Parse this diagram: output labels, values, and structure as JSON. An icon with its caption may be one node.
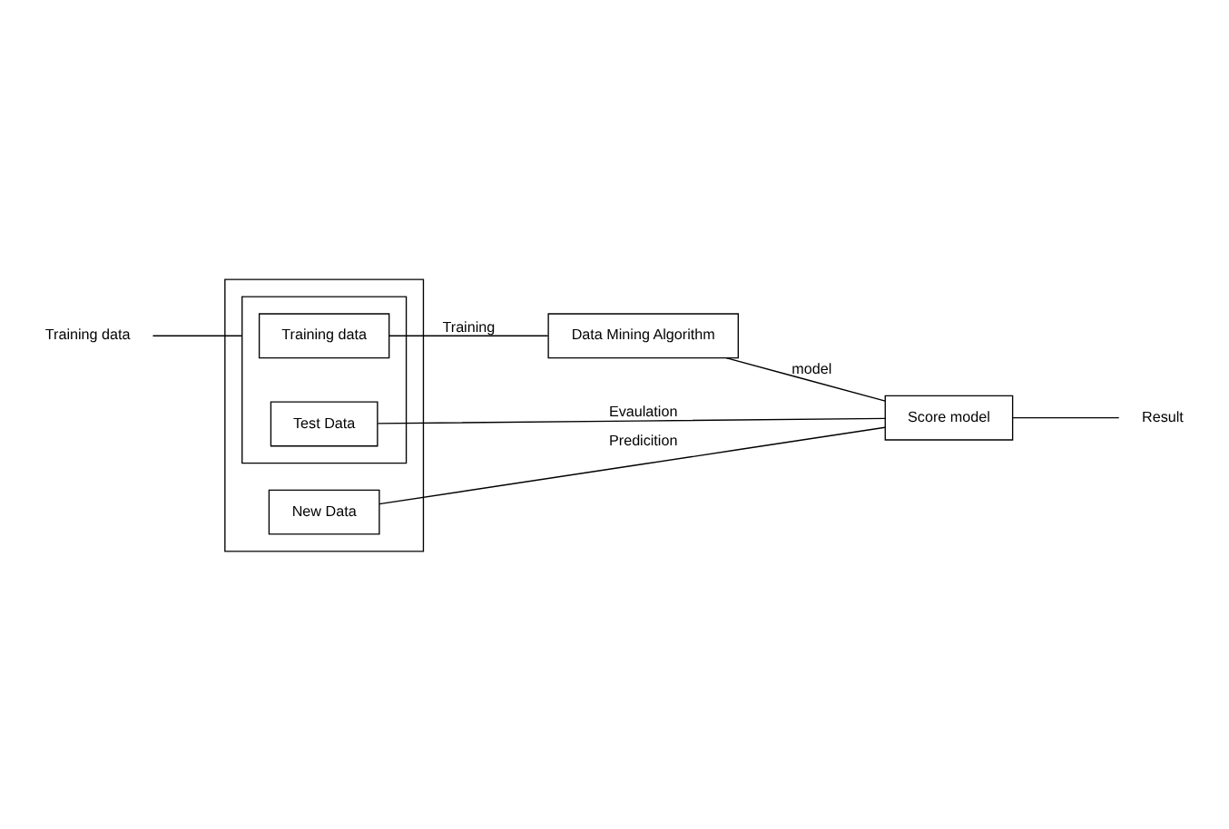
{
  "diagram": {
    "nodes": [
      {
        "text": [
          "Training data"
        ]
      },
      {
        "text": [],
        "shape": "box"
      },
      {
        "text": [],
        "shape": "box",
        "in": 1
      },
      {
        "text": [
          "Training data"
        ],
        "in": 2
      },
      {
        "text": [
          "Test Data"
        ],
        "in": 2
      },
      {
        "text": [
          "New Data"
        ],
        "in": 1
      },
      {
        "text": [
          "Data Mining Algorithm"
        ]
      },
      {
        "text": [
          "Score model"
        ]
      },
      {
        "text": [
          "Result"
        ]
      }
    ],
    "edges": [
      {
        "from": 0,
        "to": 2,
        "arrow": "none"
      },
      {
        "from": 3,
        "to": 6,
        "arrow": "none",
        "label": "Training"
      },
      {
        "from": 6,
        "to": 7,
        "arrow": "none",
        "label": "model"
      },
      {
        "from": 4,
        "to": 7,
        "arrow": "none",
        "label": "Evaulation"
      },
      {
        "from": 5,
        "to": 7,
        "arrow": "none",
        "label": "Predicition"
      },
      {
        "from": 7,
        "to": 8,
        "arrow": "none"
      }
    ]
  }
}
